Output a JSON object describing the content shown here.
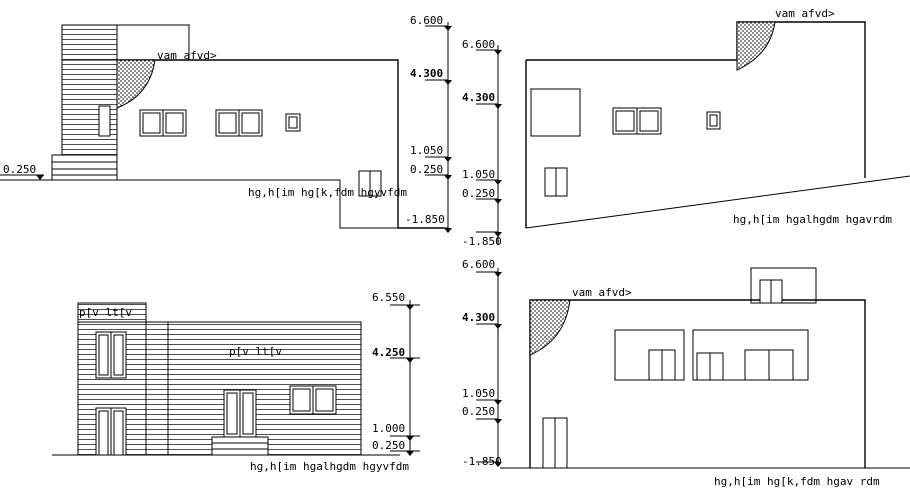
{
  "views": {
    "tl": {
      "caption": "hg,h[im  hg[k,fdm  hgyvfdm",
      "roof_label": "vam  afvd>",
      "levels": [
        "6.600",
        "4.300",
        "1.050",
        "0.250",
        "-1.850"
      ],
      "left_level": "0.250"
    },
    "tr": {
      "caption": "hg,h[im  hgalhgdm  hgavrdm",
      "roof_label": "vam  afvd>",
      "levels": [
        "6.600",
        "4.300",
        "1.050",
        "0.250",
        "-1.850"
      ]
    },
    "bl": {
      "caption": "hg,h[im  hgalhgdm  hgyvfdm",
      "label_a": "p[v lt[v",
      "label_b": "p[v lt[v",
      "levels": [
        "6.550",
        "4.250",
        "1.000",
        "0.250"
      ]
    },
    "br": {
      "caption": "hg,h[im  hg[k,fdm  hgav rdm",
      "roof_label": "vam  afvd>",
      "levels": [
        "6.600",
        "4.300",
        "1.050",
        "0.250",
        "-1.850"
      ]
    }
  }
}
